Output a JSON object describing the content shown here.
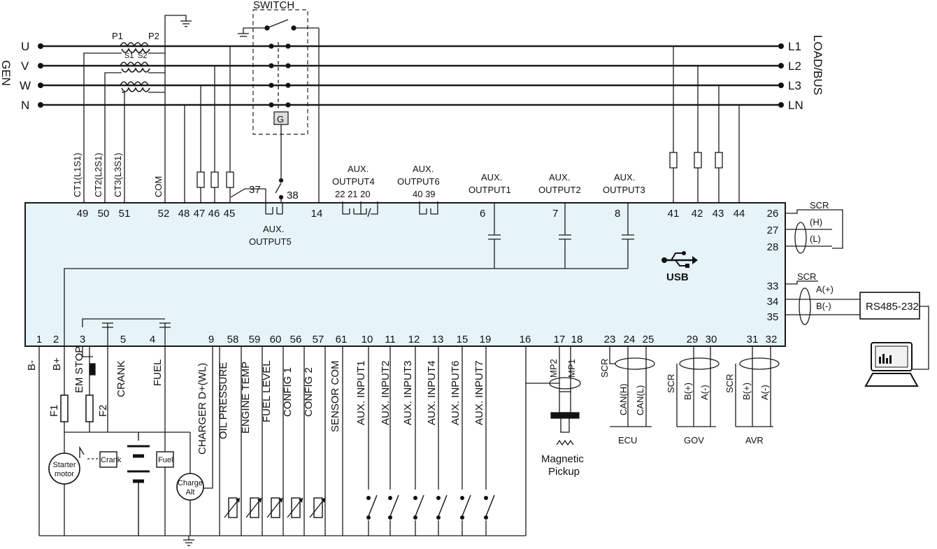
{
  "gen_side": {
    "title": "GEN",
    "lines": [
      "U",
      "V",
      "W",
      "N"
    ],
    "ct_labels": [
      "P1",
      "P2",
      "S1",
      "S2"
    ]
  },
  "load_side": {
    "title": "LOAD/BUS",
    "lines": [
      "L1",
      "L2",
      "L3",
      "LN"
    ]
  },
  "switch": {
    "label": "SWITCH",
    "g": "G"
  },
  "top_terminals": [
    {
      "pin": "49",
      "label": "CT1(L1S1)"
    },
    {
      "pin": "50",
      "label": "CT2(L2S1)"
    },
    {
      "pin": "51",
      "label": "CT3(L3S1)"
    },
    {
      "pin": "52",
      "label": "COM"
    },
    {
      "pin": "48",
      "label": ""
    },
    {
      "pin": "47",
      "label": ""
    },
    {
      "pin": "46",
      "label": ""
    },
    {
      "pin": "45",
      "label": ""
    },
    {
      "pin": "14",
      "label": ""
    },
    {
      "pin": "41",
      "label": ""
    },
    {
      "pin": "42",
      "label": ""
    },
    {
      "pin": "43",
      "label": ""
    },
    {
      "pin": "44",
      "label": ""
    }
  ],
  "aux5": {
    "pins": [
      "37",
      "38"
    ],
    "label1": "AUX.",
    "label2": "OUTPUT5"
  },
  "aux4": {
    "label1": "AUX.",
    "label2": "OUTPUT4",
    "pins": "22 21 20"
  },
  "aux6": {
    "label1": "AUX.",
    "label2": "OUTPUT6",
    "pins": "40 39"
  },
  "aux1": {
    "label1": "AUX.",
    "label2": "OUTPUT1",
    "pin": "6"
  },
  "aux2": {
    "label1": "AUX.",
    "label2": "OUTPUT2",
    "pin": "7"
  },
  "aux3": {
    "label1": "AUX.",
    "label2": "OUTPUT3",
    "pin": "8"
  },
  "usb": "USB",
  "right_side": {
    "can_pins": [
      "26",
      "27",
      "28"
    ],
    "can_labels": [
      "SCR",
      "(H)",
      "(L)"
    ],
    "rs485_pins": [
      "33",
      "34",
      "35"
    ],
    "rs485_labels": [
      "SCR",
      "A(+)",
      "B(-)"
    ],
    "converter": "RS485-232"
  },
  "bottom_pins": [
    "1",
    "2",
    "3",
    "5",
    "4",
    "9",
    "58",
    "59",
    "60",
    "56",
    "57",
    "61",
    "10",
    "11",
    "12",
    "13",
    "15",
    "19",
    "16",
    "17",
    "18",
    "23",
    "24",
    "25",
    "29",
    "30",
    "31",
    "32"
  ],
  "bottom_labels": [
    "B-",
    "B+",
    "EM STOP",
    "CRANK",
    "FUEL",
    "CHARGER D+(WL)",
    "OIL PRESSURE",
    "ENGINE TEMP",
    "FUEL LEVEL",
    "CONFIG 1",
    "CONFIG 2",
    "SENSOR COM",
    "AUX. INPUT1",
    "AUX. INPUT2",
    "AUX. INPUT3",
    "AUX. INPUT4",
    "AUX. INPUT6",
    "AUX. INPUT7"
  ],
  "fuses": [
    "F1",
    "F2"
  ],
  "devices": {
    "starter": [
      "Starter",
      "motor"
    ],
    "crank": "Crank",
    "fuel": "Fuel",
    "charge": [
      "Charge",
      "Alt"
    ],
    "pickup": [
      "Magnetic",
      "Pickup"
    ],
    "mp": [
      "MP2",
      "MP1"
    ]
  },
  "groups": {
    "ecu": {
      "name": "ECU",
      "labels": [
        "SCR",
        "CAN(H)",
        "CAN(L)"
      ]
    },
    "gov": {
      "name": "GOV",
      "labels": [
        "SCR",
        "B(+)",
        "A(-)"
      ]
    },
    "avr": {
      "name": "AVR",
      "labels": [
        "SCR",
        "B(+)",
        "A(-)"
      ]
    }
  }
}
